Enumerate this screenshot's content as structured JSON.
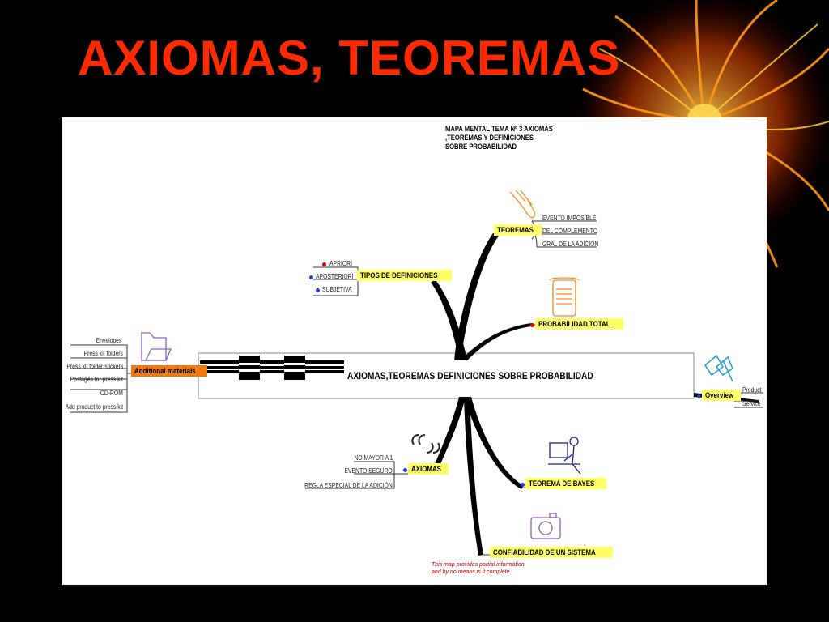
{
  "slide": {
    "title": "AXIOMAS, TEOREMAS"
  },
  "mindmap": {
    "header_lines": [
      "MAPA MENTAL TEMA Nº 3 AXIOMAS",
      ",TEOREMAS Y DEFINICIONES",
      "SOBRE PROBABILIDAD"
    ],
    "central_topic": "AXIOMAS,TEOREMAS  DEFINICIONES SOBRE PROBABILIDAD",
    "branches": {
      "teoremas": {
        "label": "TEOREMAS",
        "items": [
          "EVENTO IMPOSIBLE",
          "DEL COMPLEMENTO",
          "GRAL DE LA ADICION"
        ]
      },
      "tipos": {
        "label": "TIPOS DE DEFINICIONES",
        "items": [
          "APRIORI",
          "APOSTERIORI",
          "SUBJETIVA"
        ]
      },
      "prob_total": {
        "label": "PROBABILIDAD TOTAL"
      },
      "additional": {
        "label": "Additional materials",
        "items": [
          "Envelopes",
          "Press kit folders",
          "Press kit folder stickers",
          "Postages for press kit",
          "CD-ROM",
          "Add product to press kit"
        ]
      },
      "overview": {
        "label": "Overview",
        "items": [
          "Product",
          "Service"
        ]
      },
      "axiomas": {
        "label": "AXIOMAS",
        "items": [
          "NO MAYOR A 1",
          "EVENTO SEGURO",
          "REGLA ESPECIAL DE LA ADICIÓN"
        ]
      },
      "bayes": {
        "label": "TEOREMA DE BAYES"
      },
      "confiabilidad": {
        "label": "CONFIABILIDAD DE UN SISTEMA"
      }
    },
    "note_lines": [
      "This map provides partial information",
      "and by no means is it complete."
    ]
  },
  "colors": {
    "title": "#ff2a00",
    "background": "#000000",
    "tag": "#ffff66",
    "tag_orange": "#f07a10",
    "dot_red": "#e00000",
    "dot_blue": "#2040d0"
  },
  "icons": [
    "hand-icon",
    "scroll-icon",
    "folder-icon",
    "glasses-icon",
    "quote-icon",
    "person-computer-icon",
    "camera-icon",
    "firework-decoration"
  ]
}
